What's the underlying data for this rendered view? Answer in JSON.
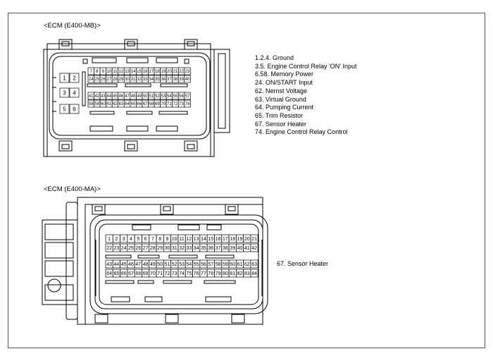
{
  "connectors": {
    "mb": {
      "title": "<ECM (E400-MB)>",
      "big_pins": [
        "1",
        "2",
        "3",
        "4",
        "5",
        "6"
      ],
      "pin_rows": [
        [
          "7",
          "8",
          "9",
          "10",
          "11",
          "12",
          "13",
          "14",
          "15",
          "16",
          "17",
          "18",
          "19",
          "20",
          "21",
          "22",
          "23"
        ],
        [
          "24",
          "25",
          "26",
          "27",
          "28",
          "29",
          "30",
          "31",
          "32",
          "33",
          "34",
          "35",
          "36",
          "37",
          "38",
          "39",
          "40"
        ],
        [
          "41",
          "42",
          "43",
          "44",
          "45",
          "46",
          "47",
          "48",
          "49",
          "50",
          "51",
          "52",
          "53",
          "54",
          "55",
          "56",
          "57"
        ],
        [
          "58",
          "59",
          "60",
          "61",
          "62",
          "63",
          "64",
          "65",
          "66",
          "67",
          "68",
          "69",
          "70",
          "71",
          "72",
          "73",
          "74"
        ]
      ],
      "legend": [
        "1.2.4. Ground",
        "3.5. Engine Control Relay 'ON' Input",
        "6.58. Memory Power",
        "24. ON/START Input",
        "62. Nernst Voltage",
        "63. Virtual Ground",
        "64. Pumping Current",
        "65. Trim Resistor",
        "67. Sensor Heater",
        "74. Engine Control Relay Control"
      ]
    },
    "ma": {
      "title": "<ECM (E400-MA)>",
      "pin_rows": [
        [
          "1",
          "2",
          "3",
          "4",
          "5",
          "6",
          "7",
          "8",
          "9",
          "10",
          "11",
          "12",
          "13",
          "14",
          "15",
          "16",
          "17",
          "18",
          "19",
          "20",
          "21"
        ],
        [
          "22",
          "23",
          "24",
          "25",
          "26",
          "27",
          "28",
          "29",
          "30",
          "31",
          "32",
          "33",
          "34",
          "35",
          "36",
          "37",
          "38",
          "39",
          "40",
          "41",
          "42"
        ],
        [
          "43",
          "44",
          "45",
          "46",
          "47",
          "48",
          "49",
          "50",
          "51",
          "52",
          "53",
          "54",
          "55",
          "56",
          "57",
          "58",
          "59",
          "60",
          "61",
          "62",
          "63"
        ],
        [
          "64",
          "65",
          "66",
          "67",
          "68",
          "69",
          "70",
          "71",
          "72",
          "73",
          "74",
          "75",
          "76",
          "77",
          "78",
          "79",
          "80",
          "81",
          "82",
          "83",
          "84"
        ]
      ],
      "legend": [
        "67. Sensor Heater"
      ]
    }
  }
}
